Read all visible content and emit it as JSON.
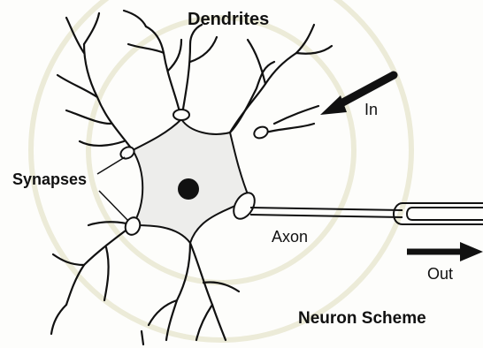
{
  "labels": {
    "dendrites": "Dendrites",
    "in": "In",
    "synapses": "Synapses",
    "axon": "Axon",
    "out": "Out",
    "title": "Neuron Scheme"
  },
  "colors": {
    "ink": "#111111",
    "cell_fill": "#ededeb",
    "watermark": "#ecebd8"
  }
}
